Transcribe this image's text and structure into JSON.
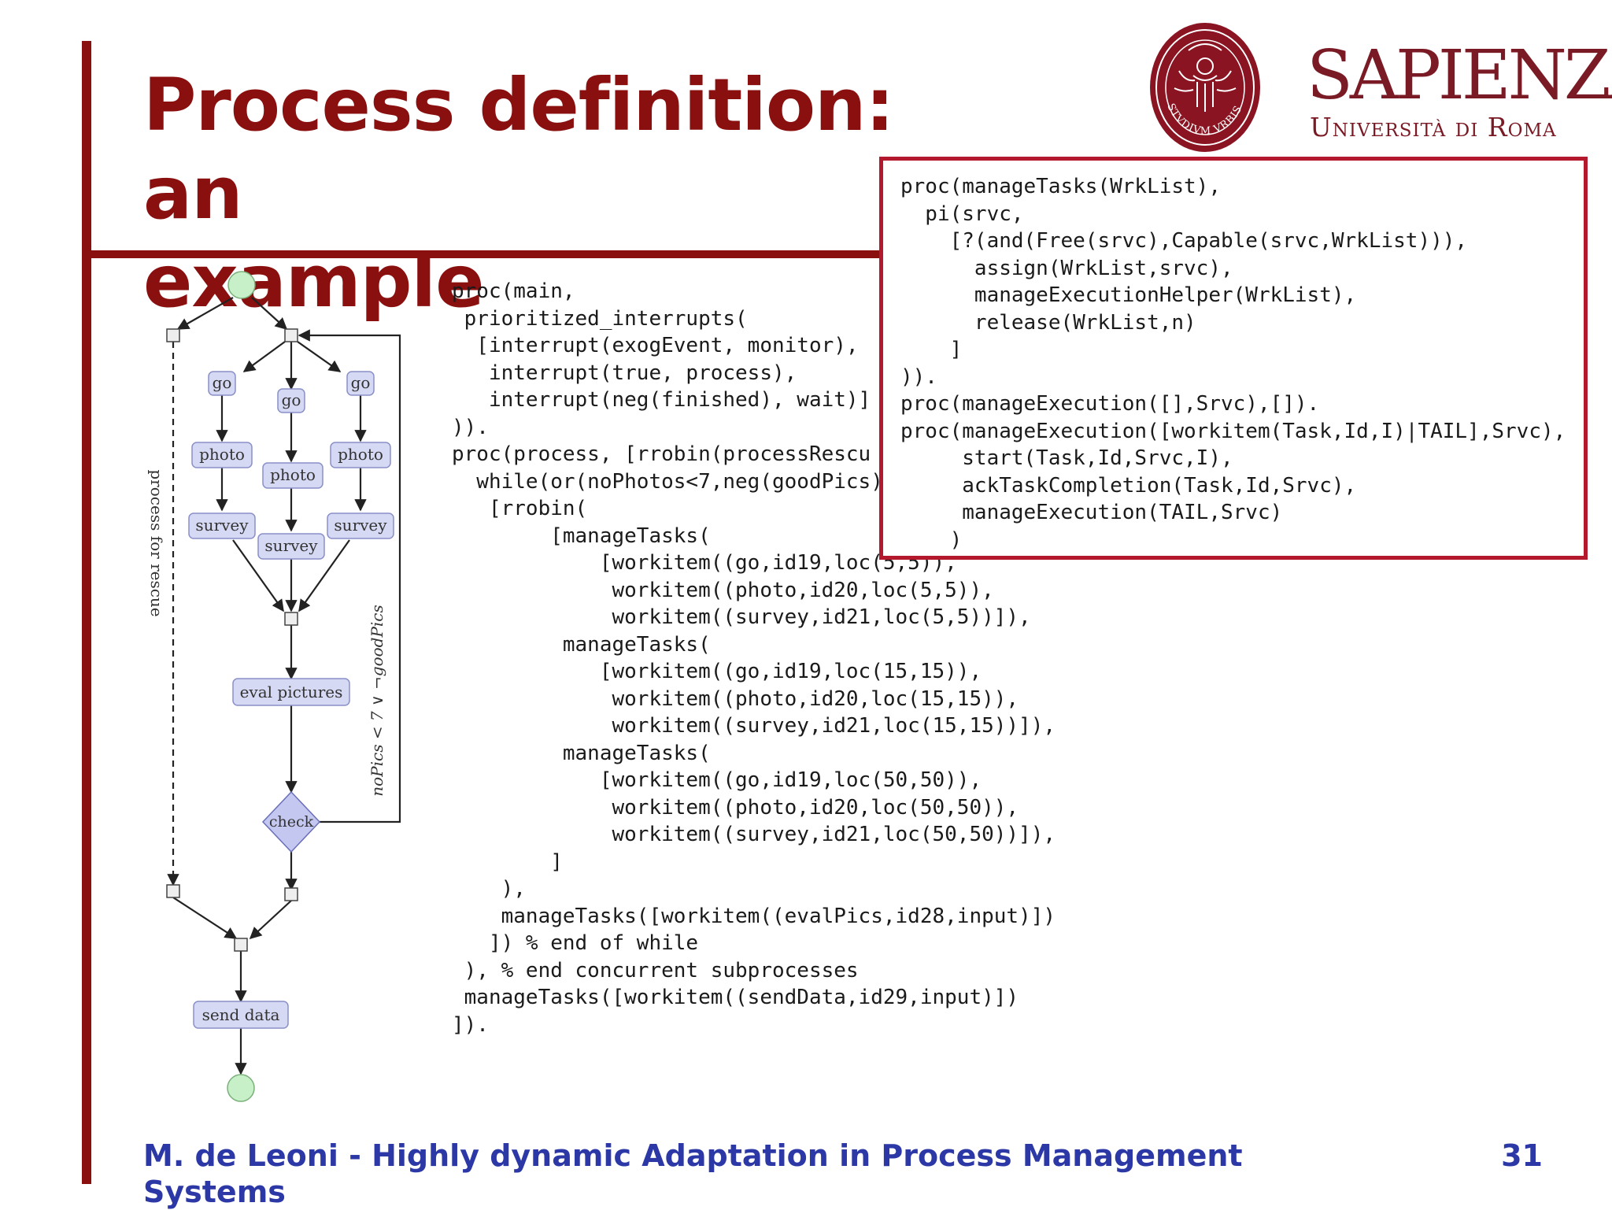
{
  "slide": {
    "title_line1": "Process definition: an",
    "title_line2": "example",
    "footer": "M. de Leoni - Highly dynamic Adaptation in Process Management Systems",
    "page_number": "31",
    "colors": {
      "accent": "#8a0f0f",
      "overlay_border": "#b4182d",
      "footer_text": "#2b38a6",
      "node_fill": "#d6d9f4",
      "start_end_fill": "#c8f0c8"
    }
  },
  "logo": {
    "name": "SAPIENZA",
    "subtitle": "Università di Roma",
    "seal_text": "STVDIVM VRBIS"
  },
  "diagram": {
    "nodes": {
      "go_left": "go",
      "go_mid": "go",
      "go_right": "go",
      "photo_left": "photo",
      "photo_mid": "photo",
      "photo_right": "photo",
      "survey_left": "survey",
      "survey_mid": "survey",
      "survey_right": "survey",
      "eval": "eval pictures",
      "check": "check",
      "send": "send data"
    },
    "rescue_label": "process for rescue",
    "loop_condition": "noPics < 7 ∨ ¬goodPics"
  },
  "code_main": "proc(main,\n prioritized_interrupts(\n  [interrupt(exogEvent, monitor),\n   interrupt(true, process),\n   interrupt(neg(finished), wait)]\n)).\nproc(process, [rrobin(processRescu\n  while(or(noPhotos<7,neg(goodPics)\n   [rrobin(\n        [manageTasks(\n            [workitem((go,id19,loc(5,5)),\n             workitem((photo,id20,loc(5,5)),\n             workitem((survey,id21,loc(5,5))]),\n         manageTasks(\n            [workitem((go,id19,loc(15,15)),\n             workitem((photo,id20,loc(15,15)),\n             workitem((survey,id21,loc(15,15))]),\n         manageTasks(\n            [workitem((go,id19,loc(50,50)),\n             workitem((photo,id20,loc(50,50)),\n             workitem((survey,id21,loc(50,50))]),\n        ]\n    ),\n    manageTasks([workitem((evalPics,id28,input)])\n   ]) % end of while\n ), % end concurrent subprocesses\n manageTasks([workitem((sendData,id29,input)])\n]).",
  "code_overlay": "proc(manageTasks(WrkList),\n  pi(srvc,\n    [?(and(Free(srvc),Capable(srvc,WrkList))),\n      assign(WrkList,srvc),\n      manageExecutionHelper(WrkList),\n      release(WrkList,n)\n    ]\n)).\nproc(manageExecution([],Srvc),[]).\nproc(manageExecution([workitem(Task,Id,I)|TAIL],Srvc),\n     start(Task,Id,Srvc,I),\n     ackTaskCompletion(Task,Id,Srvc),\n     manageExecution(TAIL,Srvc)\n    )"
}
